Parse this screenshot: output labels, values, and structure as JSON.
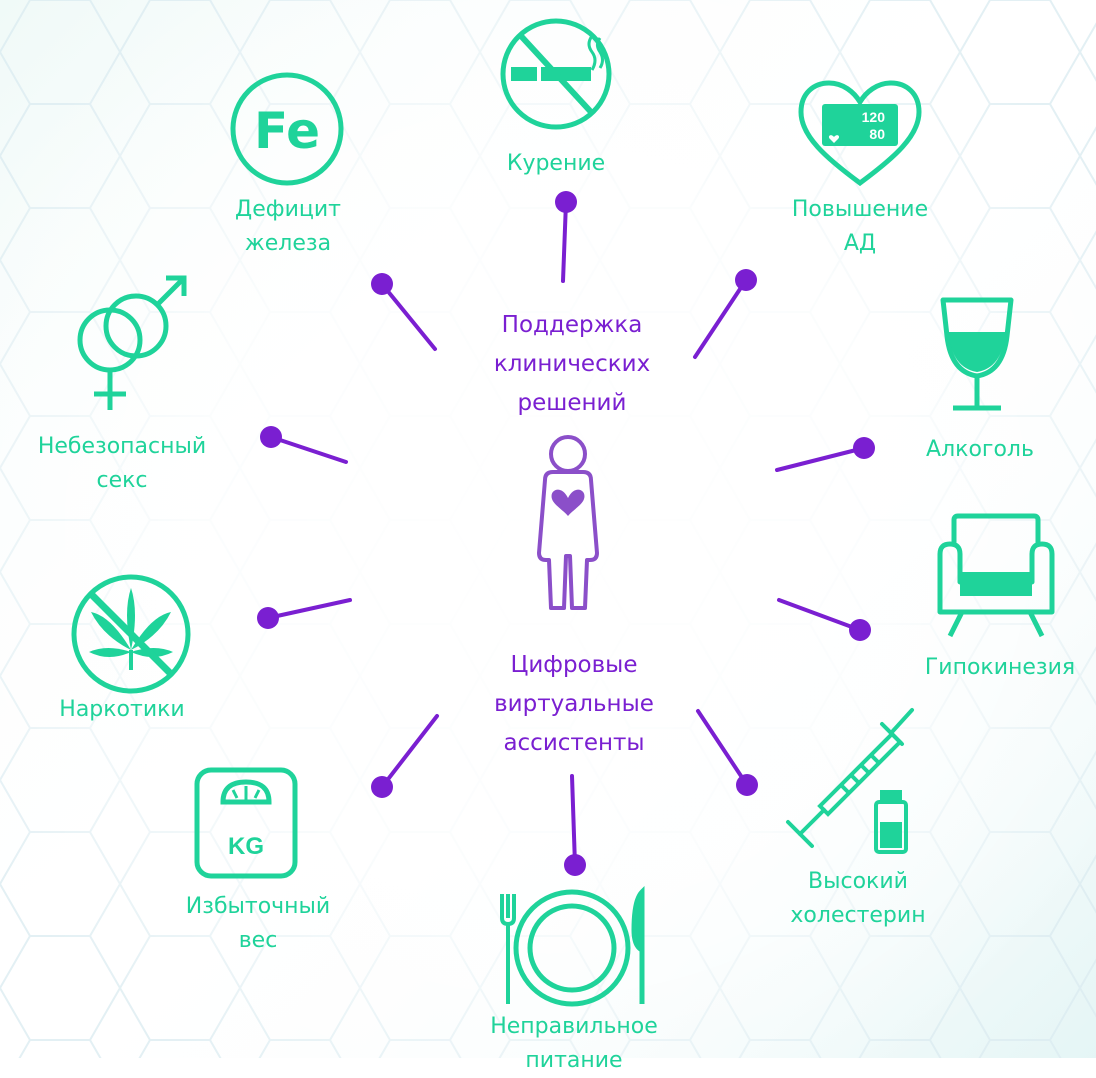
{
  "colors": {
    "accent_green": "#1fd39a",
    "accent_purple": "#7a1fd1",
    "person_purple": "#8b4fc9"
  },
  "center": {
    "top_label": "Поддержка\nклинических\nрешений",
    "bottom_label": "Цифровые\nвиртуальные\nассистенты",
    "icon": "person-with-heart-icon"
  },
  "risk_factors": [
    {
      "id": "smoking",
      "label": "Курение",
      "icon": "no-smoking-icon"
    },
    {
      "id": "blood-pressure",
      "label": "Повышение\nАД",
      "icon": "heart-blood-pressure-icon",
      "icon_text": [
        "120",
        "80"
      ]
    },
    {
      "id": "alcohol",
      "label": "Алкоголь",
      "icon": "wine-glass-icon"
    },
    {
      "id": "hypokinesia",
      "label": "Гипокинезия",
      "icon": "armchair-icon"
    },
    {
      "id": "cholesterol",
      "label": "Высокий\nхолестерин",
      "icon": "syringe-vial-icon"
    },
    {
      "id": "nutrition",
      "label": "Неправильное\nпитание",
      "icon": "plate-cutlery-icon"
    },
    {
      "id": "weight",
      "label": "Избыточный\nвес",
      "icon": "scale-icon",
      "icon_text": "KG"
    },
    {
      "id": "drugs",
      "label": "Наркотики",
      "icon": "no-cannabis-icon"
    },
    {
      "id": "unsafe-sex",
      "label": "Небезопасный\nсекс",
      "icon": "gender-rings-icon"
    },
    {
      "id": "iron",
      "label": "Дефицит\nжелеза",
      "icon": "iron-fe-icon",
      "icon_text": "Fe"
    }
  ]
}
